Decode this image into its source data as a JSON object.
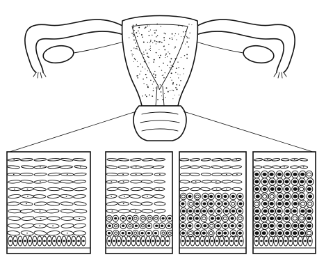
{
  "figure": {
    "subject": "uterus-cervix-epithelium-progression",
    "panels": [
      {
        "id": "normal-epithelium",
        "stage": 0
      },
      {
        "id": "mild-change",
        "stage": 1
      },
      {
        "id": "moderate-change",
        "stage": 2
      },
      {
        "id": "severe-change",
        "stage": 3
      }
    ]
  }
}
